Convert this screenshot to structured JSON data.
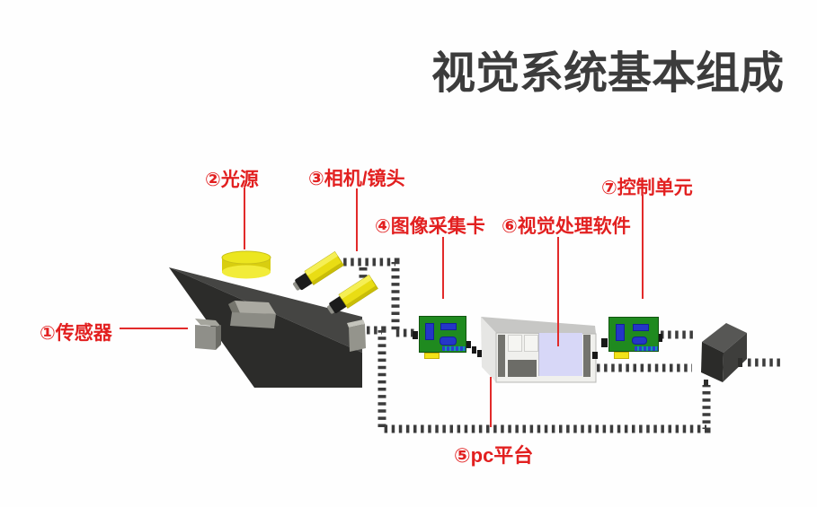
{
  "title": "视觉系统基本组成",
  "labels": {
    "sensor": "①传感器",
    "light_source": "②光源",
    "camera_lens": "③相机/镜头",
    "capture_card": "④图像采集卡",
    "pc_platform": "⑤pc平台",
    "vision_software": "⑥视觉处理软件",
    "control_unit": "⑦控制单元"
  },
  "colors": {
    "label_red": "#e22020",
    "title_gray": "#3c3c3c",
    "conveyor_dark": "#2c2c2a",
    "camera_yellow": "#e9dd14",
    "board_green": "#1f8a1f",
    "chip_blue": "#2436c8",
    "screen_lavender": "#d7d7f7",
    "dash_gray": "#3c3c3c"
  }
}
